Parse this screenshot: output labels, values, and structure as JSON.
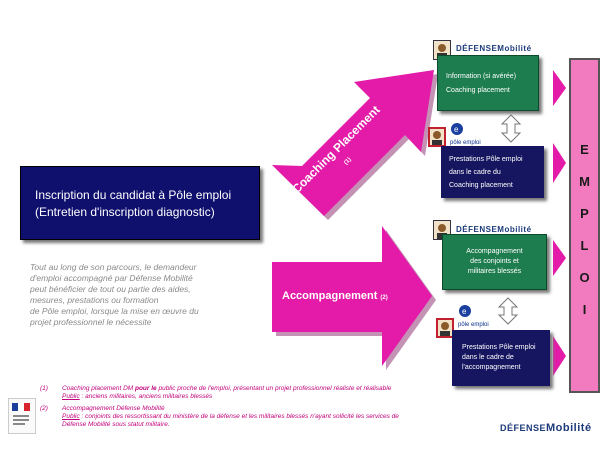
{
  "main_box": {
    "line1": "Inscription du candidat à Pôle emploi",
    "line2": "(Entretien d'inscription diagnostic)"
  },
  "description": {
    "lines": [
      "Tout au long de son parcours, le demandeur",
      "d'emploi accompagné par Défense Mobilité",
      "peut bénéficier de tout ou partie des aides,",
      "mesures, prestations ou formation",
      "de Pôle emploi, lorsque la mise en œuvre du",
      "projet professionnel le nécessite"
    ]
  },
  "arrows": {
    "coaching": {
      "label": "Coaching Placement",
      "note": "(1)"
    },
    "accompagnement": {
      "label": "Accompagnement",
      "note": "(2)"
    }
  },
  "boxes": {
    "dm_info": {
      "line1": "Information (si avérée)",
      "line2": "Coaching placement"
    },
    "pe_coaching": {
      "lines": [
        "Prestations Pôle emploi",
        "dans le cadre du",
        "Coaching placement"
      ]
    },
    "dm_accomp": {
      "lines": [
        "Accompagnement",
        "des conjoints et",
        "militaires blessés"
      ]
    },
    "pe_accomp": {
      "lines": [
        "Prestations Pôle emploi",
        "dans le cadre de",
        "l'accompagnement"
      ]
    }
  },
  "logos": {
    "defense_mobilite": "DÉFENSE",
    "defense_mobilite_m": "Mobilité",
    "pole_emploi": "pôle emploi"
  },
  "emploi_letters": [
    "E",
    "M",
    "P",
    "L",
    "O",
    "I"
  ],
  "footnotes": {
    "n1_num": "(1)",
    "n1_text_a": "Coaching placement DM ",
    "n1_text_b": "pour le",
    "n1_text_c": " public proche de l'emploi, présentant un projet professionnel réaliste et réalisable",
    "n1_public_label": "Public",
    "n1_public_text": " : anciens militaires, anciens militaires blessés",
    "n2_num": "(2)",
    "n2_text": "Accompagnement Défense Mobilité",
    "n2_public_label": "Public",
    "n2_public_text": " : conjoints des ressortissant du ministère de la défense et les militaires  blessés n'ayant sollicité les services de",
    "n2_public_text2": "Défense Mobilité sous statut militaire."
  },
  "colors": {
    "magenta": "#e41ba8",
    "navy": "#0f0f6e",
    "green": "#1e7d4f",
    "emploi_bar": "#f27bbf"
  }
}
